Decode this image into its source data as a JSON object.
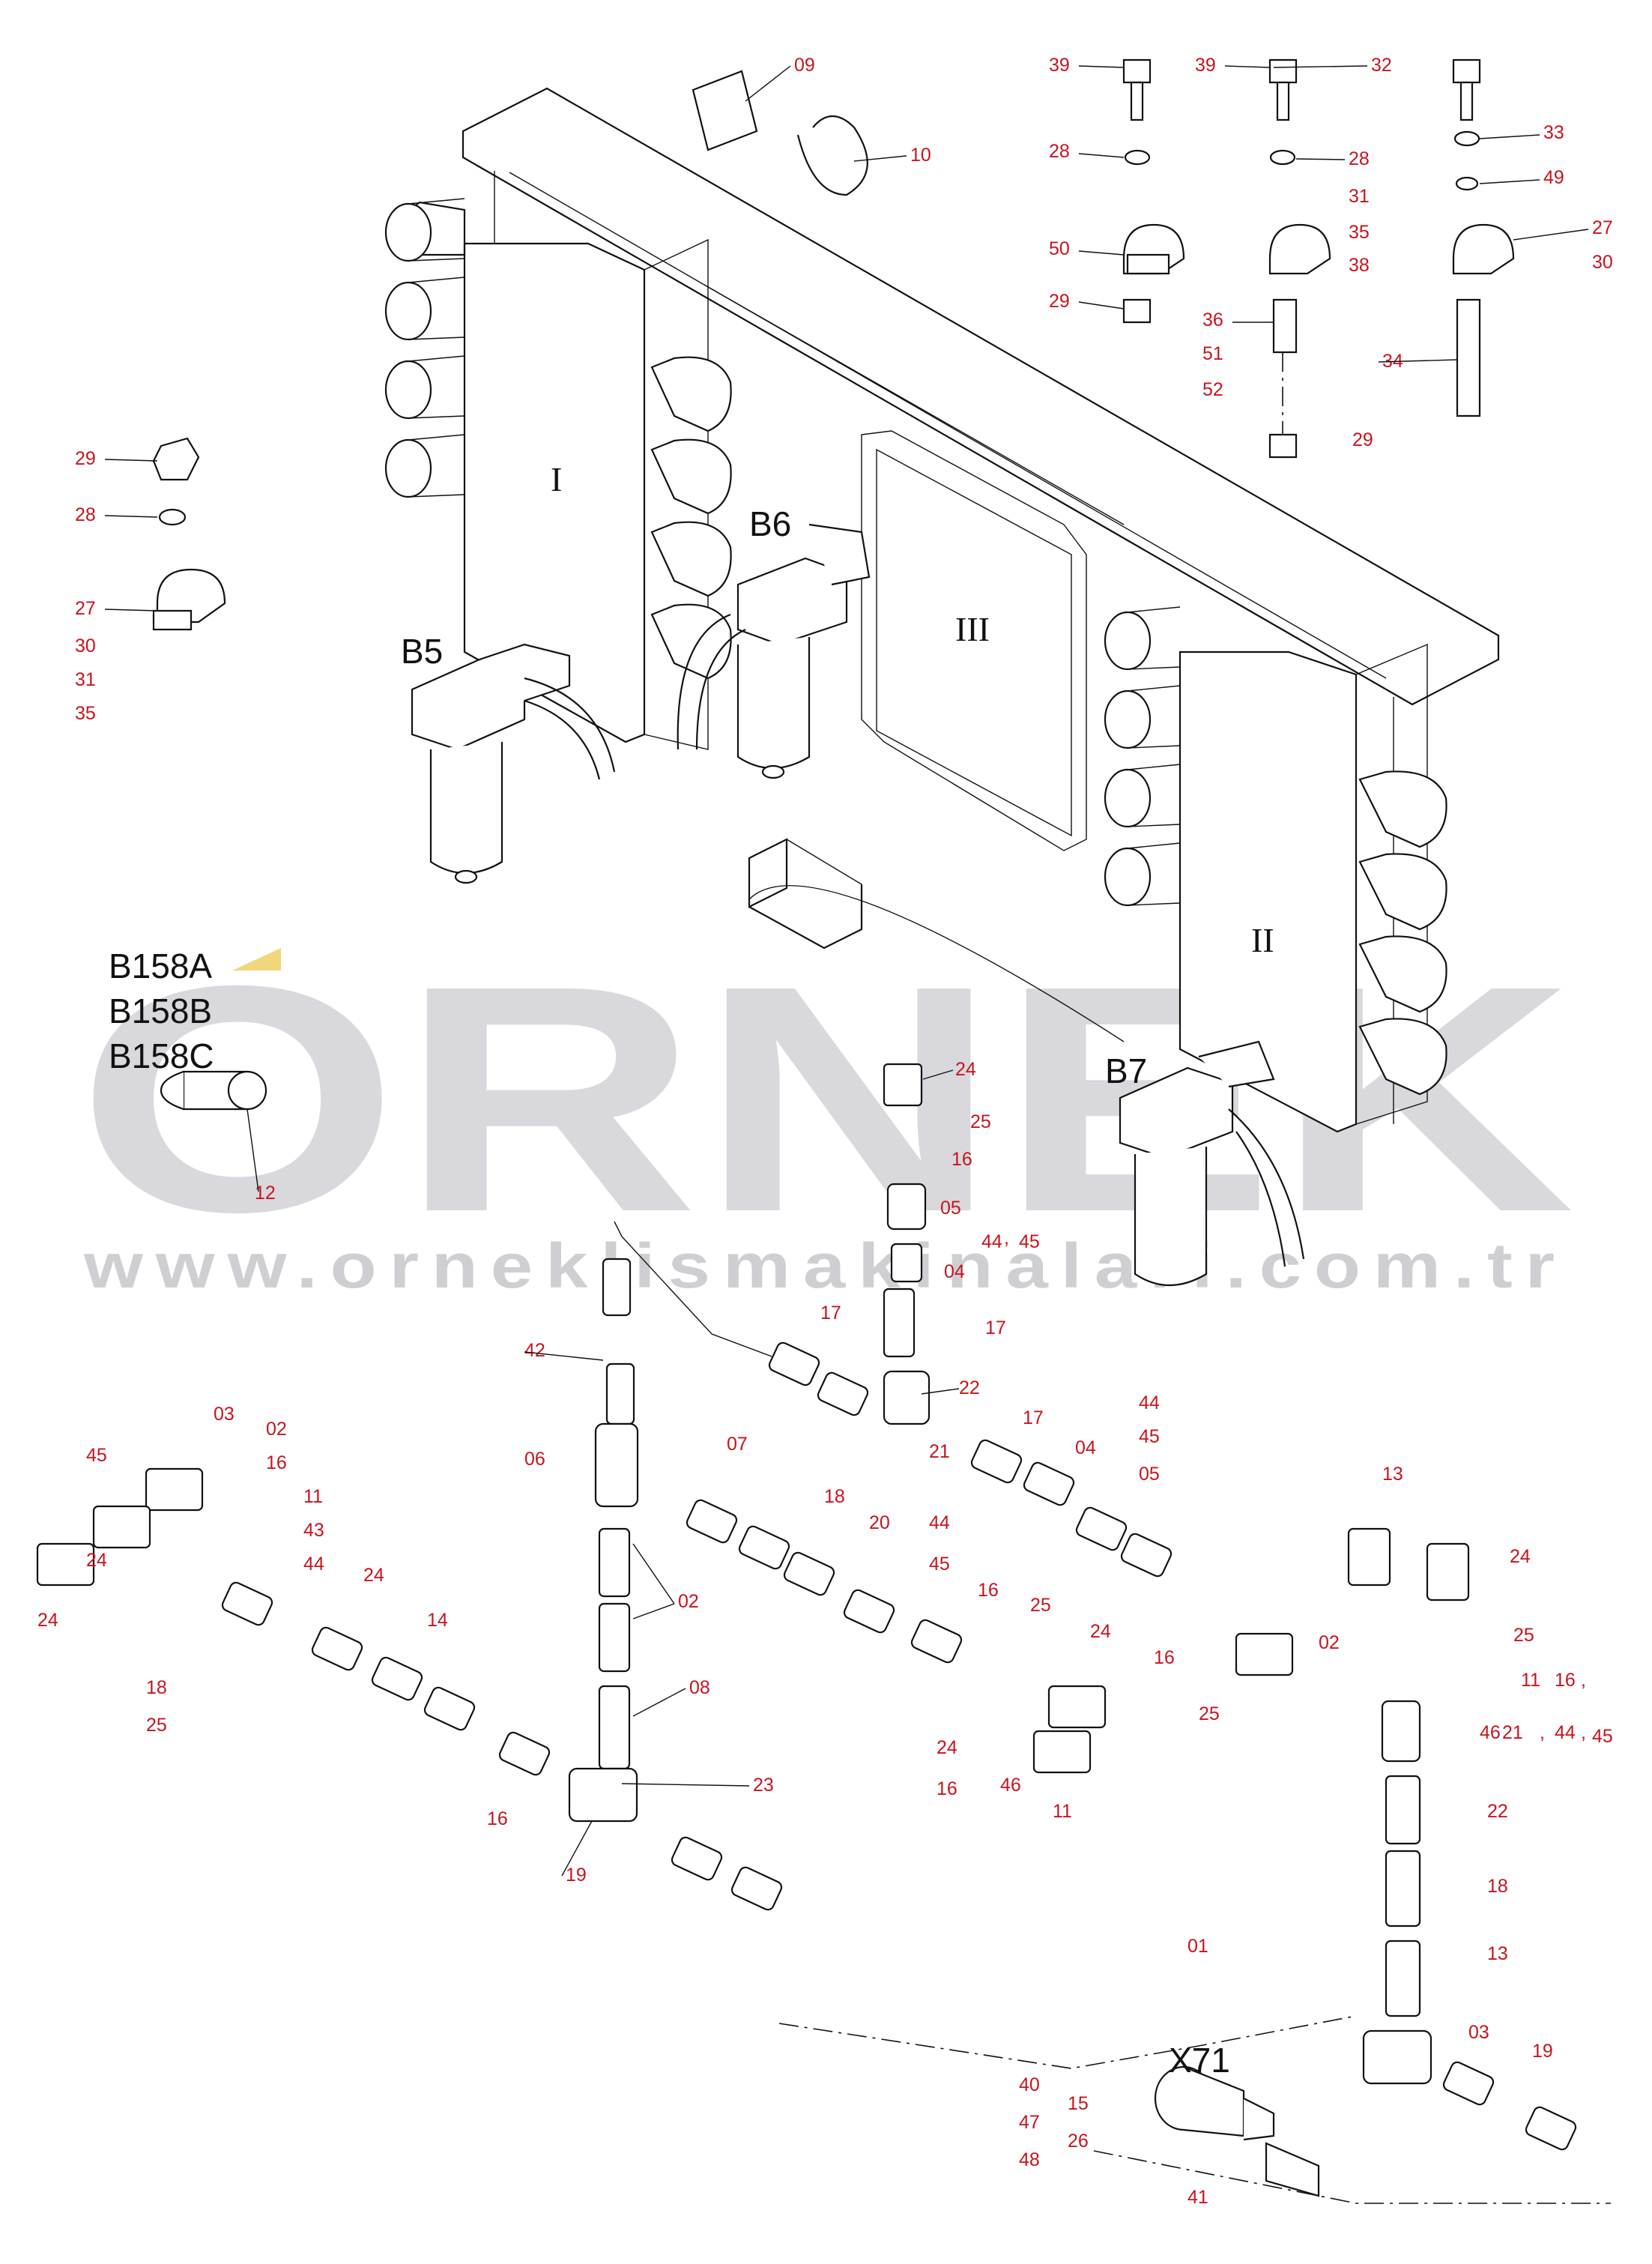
{
  "watermark": {
    "brand": "ORNEK",
    "url": "www.orneklismakinalari.com.tr"
  },
  "assembly_labels": {
    "b5": "B5",
    "b6": "B6",
    "b7": "B7",
    "b158a": "B158A",
    "b158b": "B158B",
    "b158c": "B158C",
    "x71": "X71",
    "block_i": "I",
    "block_ii": "II",
    "block_iii": "III"
  },
  "callouts": [
    "09",
    "10",
    "39",
    "28",
    "50",
    "29",
    "39",
    "28",
    "36",
    "51",
    "52",
    "29",
    "32",
    "33",
    "49",
    "31",
    "35",
    "38",
    "27",
    "30",
    "34",
    "29",
    "28",
    "27",
    "30",
    "31",
    "35",
    "12",
    "24",
    "25",
    "16",
    "05",
    "44",
    ",",
    "45",
    "04",
    "17",
    "17",
    "42",
    "22",
    "06",
    "07",
    "21",
    "17",
    "04",
    "44",
    "45",
    "05",
    "18",
    "20",
    "44",
    "45",
    "16",
    "25",
    "24",
    "16",
    "25",
    "24",
    "16",
    "46",
    "11",
    "02",
    "08",
    "23",
    "19",
    "03",
    "02",
    "16",
    "11",
    "43",
    "44",
    "45",
    "24",
    "24",
    "24",
    "14",
    "18",
    "25",
    "16",
    "13",
    "24",
    "02",
    "25",
    "11",
    "16",
    ",",
    "46",
    "21",
    ",",
    "44",
    ",",
    "45",
    "22",
    "18",
    "13",
    "01",
    "03",
    "19",
    "40",
    "47",
    "48",
    "15",
    "26",
    "41"
  ],
  "accent_colors": {
    "callout": "#c8141e",
    "watermark": "#d9d8dc",
    "highlight": "#f2d77a"
  }
}
